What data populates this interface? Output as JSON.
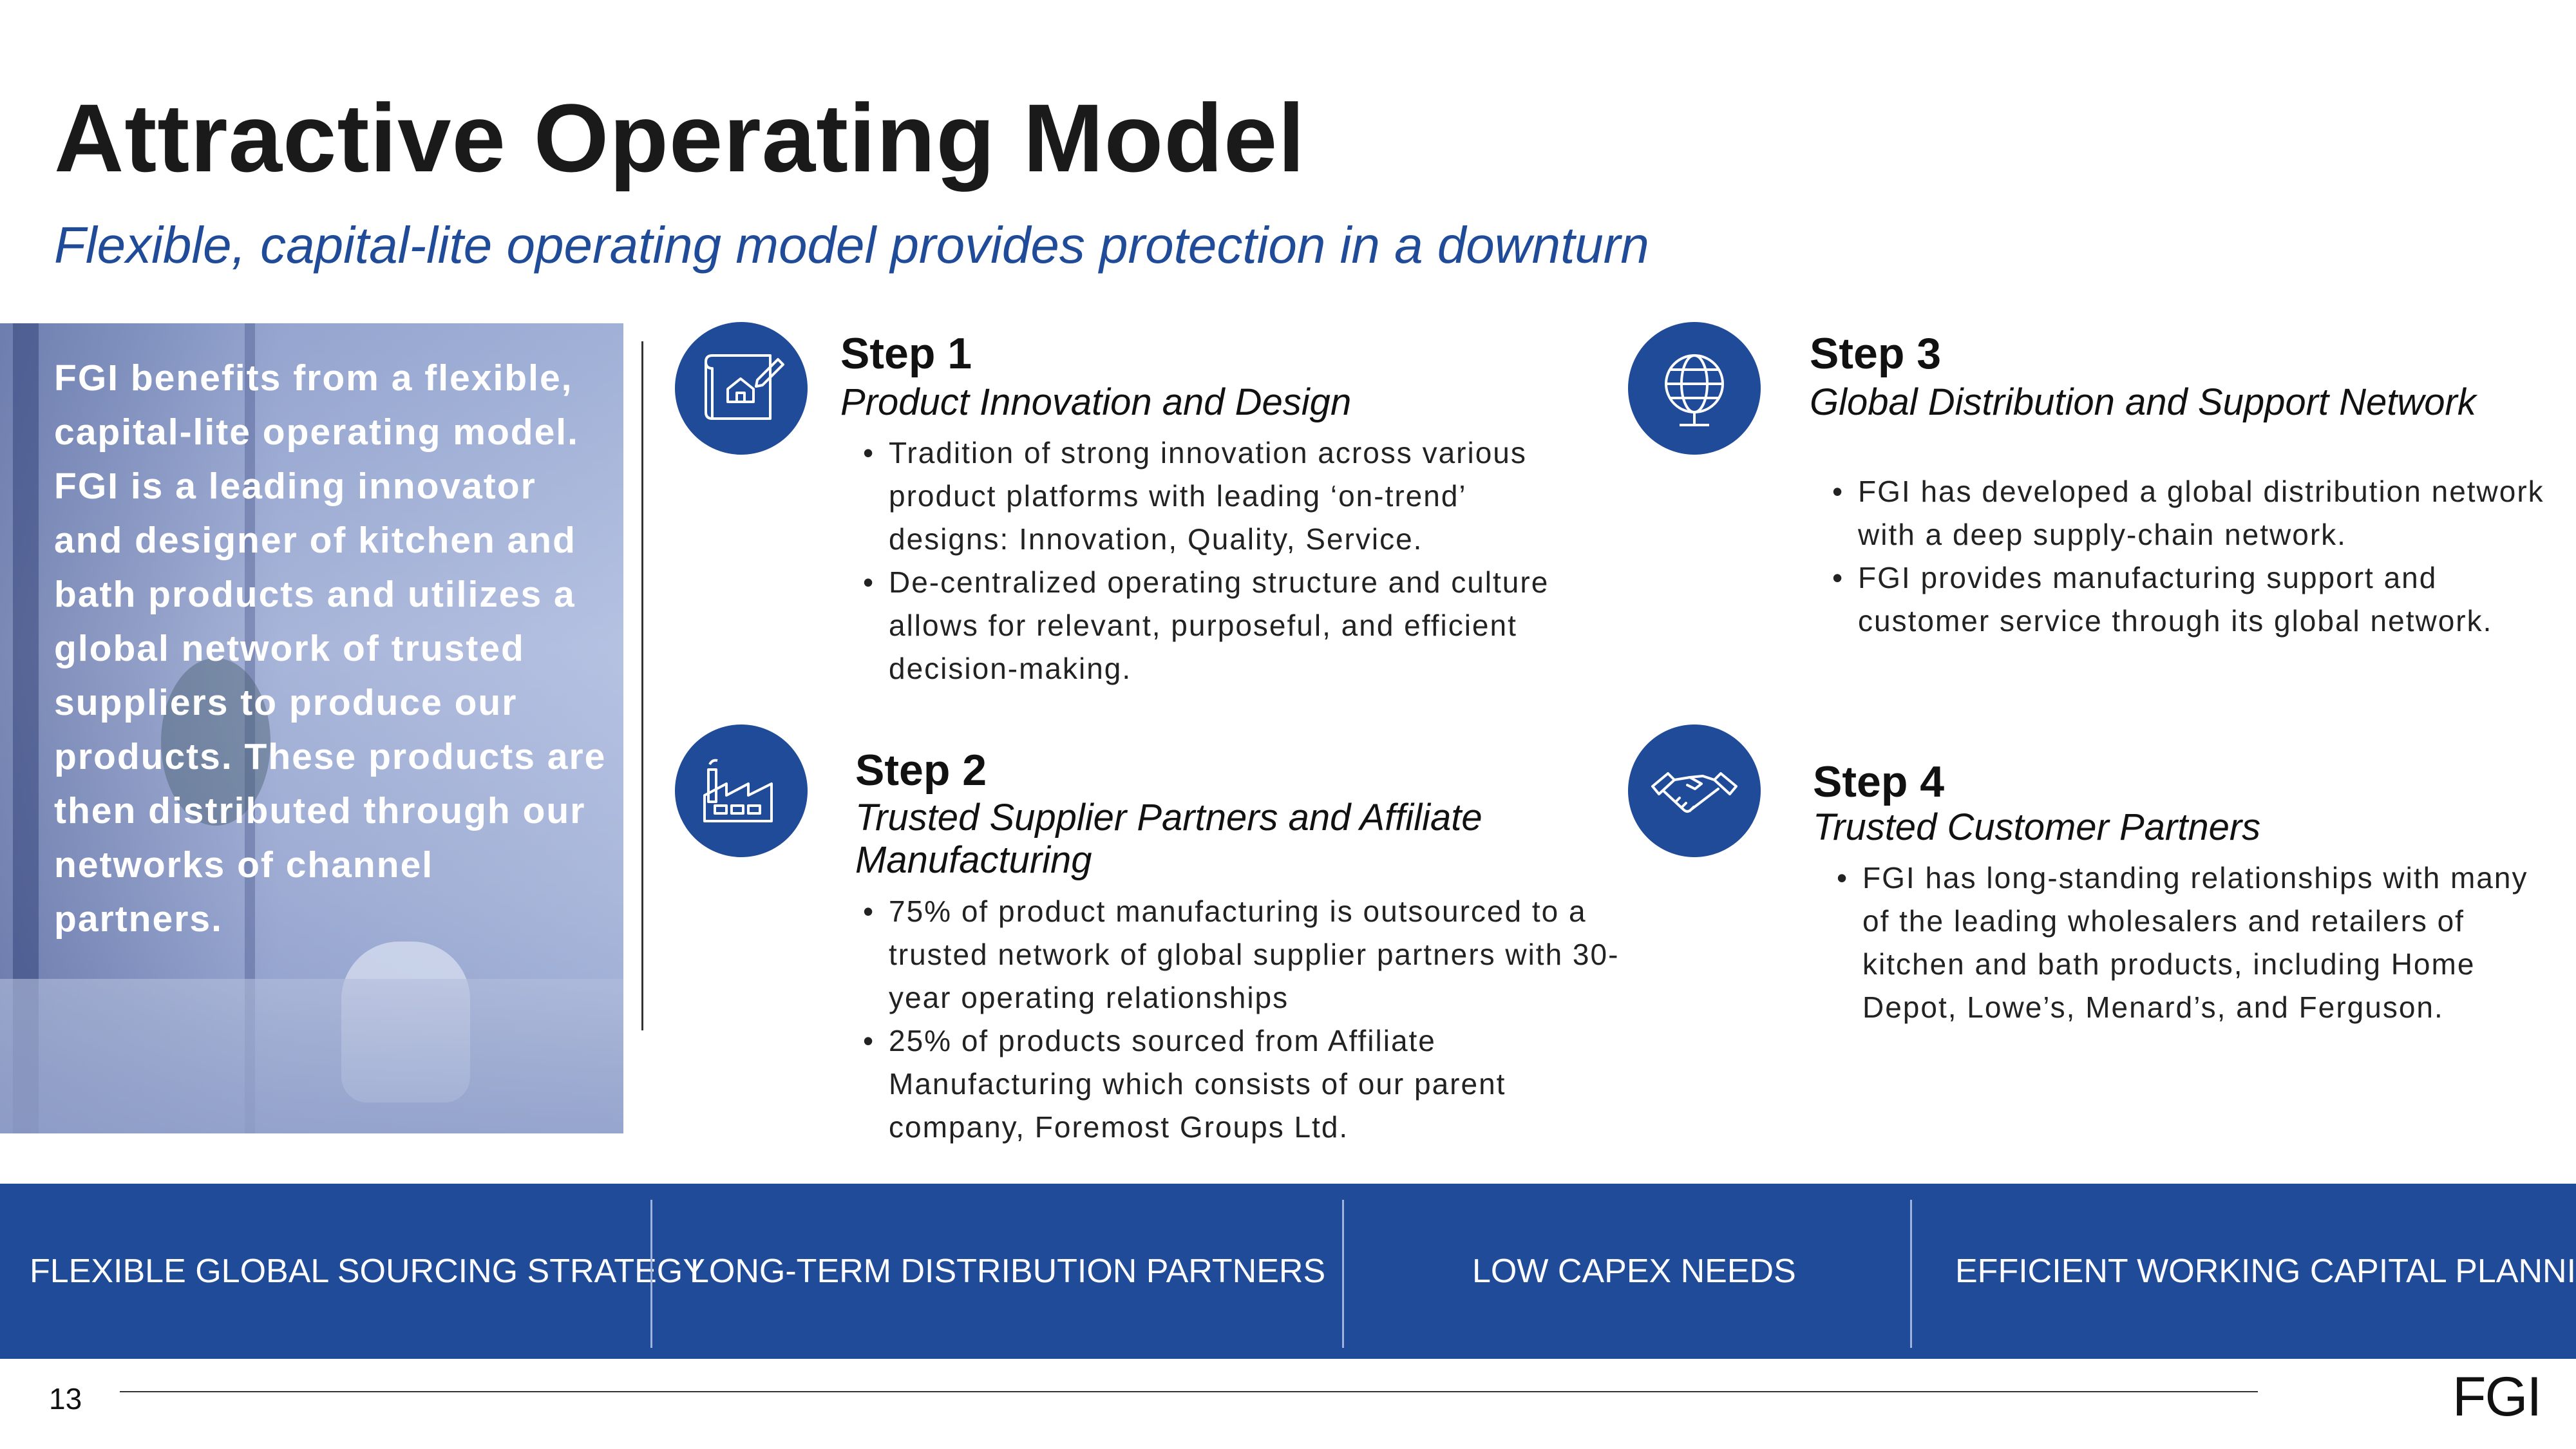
{
  "title": "Attractive Operating Model",
  "subtitle": "Flexible, capital-lite operating model provides protection in a downturn",
  "panel_text": "FGI benefits from a flexible, capital-lite operating model. FGI is a leading innovator and designer of kitchen and bath products and utilizes a global network of trusted suppliers to produce our products. These products are then distributed through our networks of channel partners.",
  "steps": [
    {
      "heading": "Step 1",
      "subheading": "Product Innovation and Design",
      "icon": "blueprint-house-icon",
      "bullets": [
        "Tradition of strong innovation across various product platforms with leading ‘on-trend’ designs: Innovation, Quality, Service.",
        "De-centralized operating structure and culture allows for relevant, purposeful, and efficient decision-making."
      ]
    },
    {
      "heading": "Step 2",
      "subheading": "Trusted Supplier Partners and Affiliate Manufacturing",
      "icon": "factory-icon",
      "bullets": [
        "75% of product manufacturing is outsourced to a trusted network of global supplier partners with 30-year operating relationships",
        "25% of products sourced from Affiliate Manufacturing which consists of our parent company, Foremost Groups Ltd."
      ]
    },
    {
      "heading": "Step 3",
      "subheading": "Global Distribution and Support Network",
      "icon": "globe-icon",
      "bullets": [
        "FGI has developed a global distribution network with a deep supply-chain network.",
        "FGI provides manufacturing support and customer service through its global network."
      ]
    },
    {
      "heading": "Step 4",
      "subheading": "Trusted Customer Partners",
      "icon": "handshake-icon",
      "bullets": [
        "FGI has long-standing relationships with many of the leading wholesalers and retailers of kitchen and bath products, including Home Depot, Lowe’s, Menard’s, and Ferguson."
      ]
    }
  ],
  "bottom_bar": [
    "FLEXIBLE GLOBAL SOURCING STRATEGY",
    "LONG-TERM DISTRIBUTION PARTNERS",
    "LOW CAPEX NEEDS",
    "EFFICIENT WORKING CAPITAL PLANNING"
  ],
  "footer": {
    "page_number": "13",
    "logo": "FGI"
  },
  "colors": {
    "accent": "#1f4b99",
    "title": "#1a1a1a",
    "subtitle": "#1f4b99"
  }
}
